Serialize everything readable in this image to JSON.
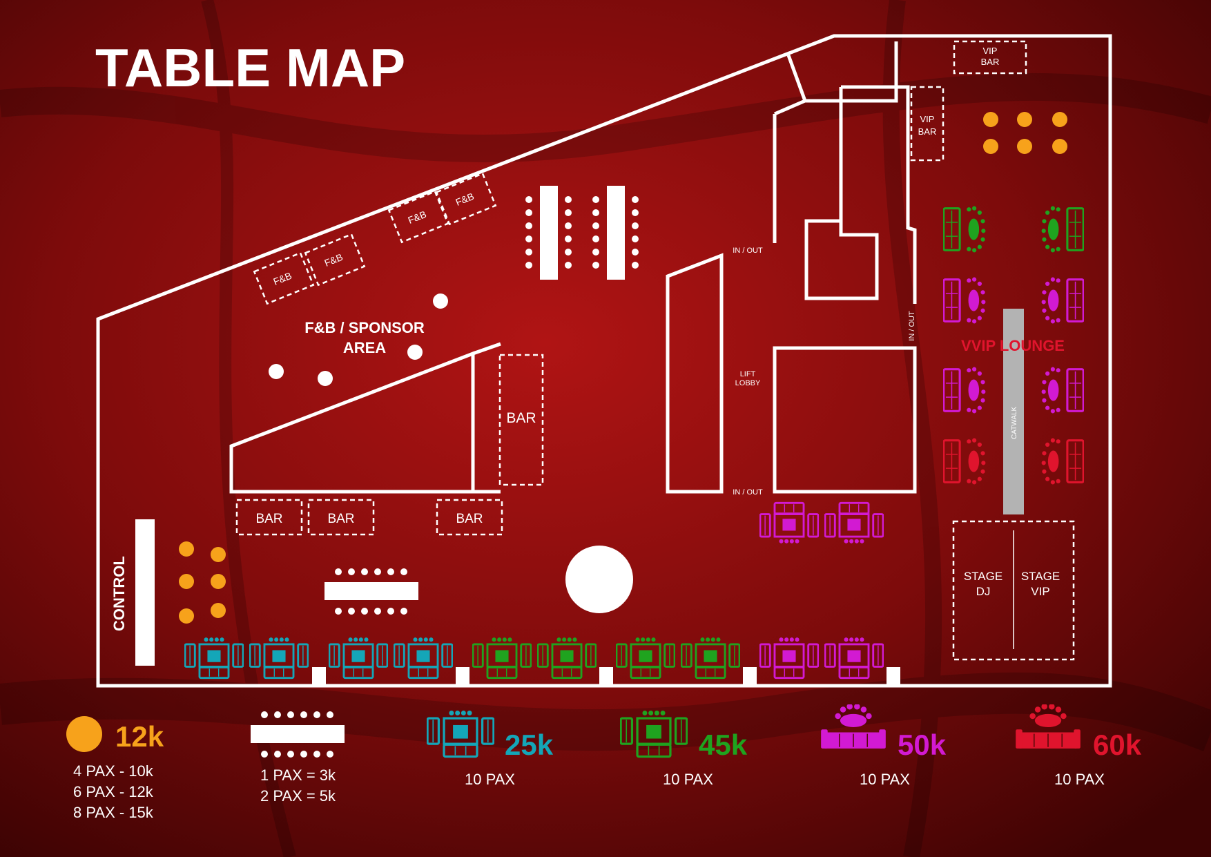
{
  "title": "TABLE MAP",
  "areas": {
    "fb_sponsor_line1": "F&B / SPONSOR",
    "fb_sponsor_line2": "AREA",
    "fb_booth": "F&B",
    "bar": "BAR",
    "vip_bar_line1": "VIP",
    "vip_bar_line2": "BAR",
    "in_out": "IN / OUT",
    "lift_lobby_line1": "LIFT",
    "lift_lobby_line2": "LOBBY",
    "vvip_lounge": "VVIP LOUNGE",
    "catwalk": "CATWALK",
    "stage_dj_line1": "STAGE",
    "stage_dj_line2": "DJ",
    "stage_vip_line1": "STAGE",
    "stage_vip_line2": "VIP",
    "control": "CONTROL"
  },
  "colors": {
    "orange": "#f7a21b",
    "teal": "#14a6b8",
    "green": "#1fa31f",
    "magenta": "#d21ad2",
    "red": "#e0142d",
    "white": "#ffffff",
    "catwalk": "#b3b3b3",
    "background": "#7a0a0a"
  },
  "legend": {
    "round_table": {
      "price": "12k",
      "lines": [
        "4 PAX - 10k",
        "6 PAX - 12k",
        "8 PAX - 15k"
      ],
      "color": "#f7a21b"
    },
    "long_table": {
      "lines": [
        "1 PAX = 3k",
        "2 PAX = 5k"
      ]
    },
    "teal_booth": {
      "price": "25k",
      "pax": "10 PAX",
      "color": "#14a6b8"
    },
    "green_booth": {
      "price": "45k",
      "pax": "10 PAX",
      "color": "#1fa31f"
    },
    "magenta_sofa": {
      "price": "50k",
      "pax": "10 PAX",
      "color": "#d21ad2"
    },
    "red_sofa": {
      "price": "60k",
      "pax": "10 PAX",
      "color": "#e0142d"
    }
  }
}
